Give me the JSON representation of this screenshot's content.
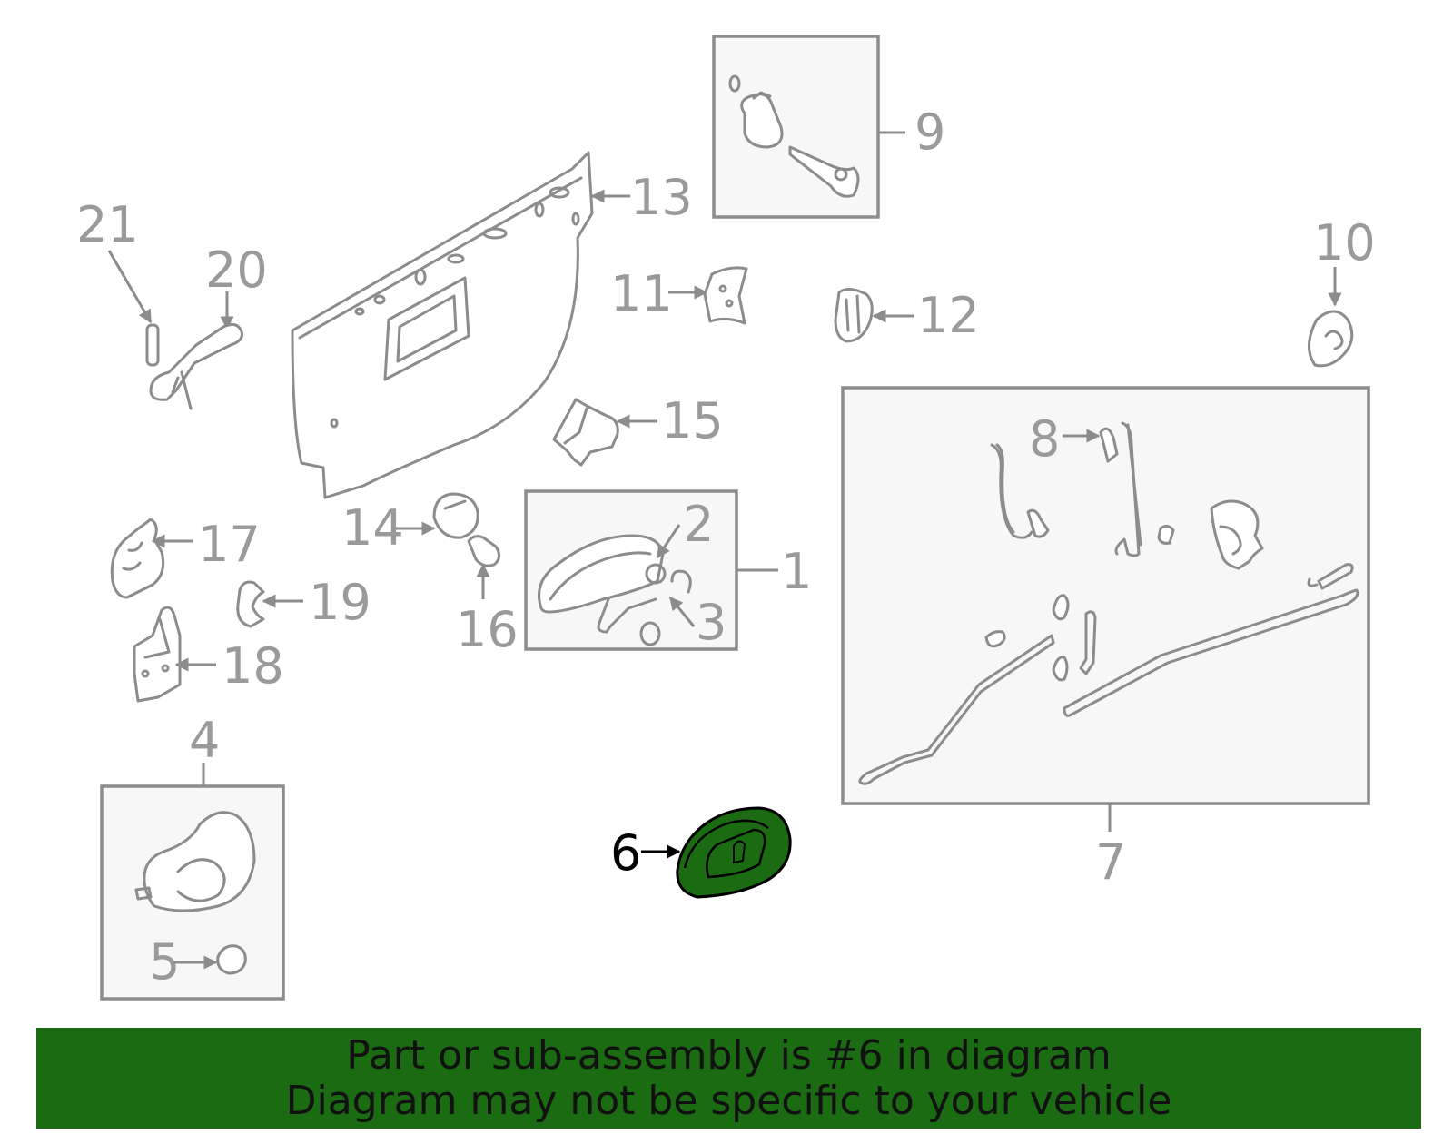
{
  "callouts": {
    "c1": "1",
    "c2": "2",
    "c3": "3",
    "c4": "4",
    "c5": "5",
    "c6": "6",
    "c7": "7",
    "c8": "8",
    "c9": "9",
    "c10": "10",
    "c11": "11",
    "c12": "12",
    "c13": "13",
    "c14": "14",
    "c15": "15",
    "c16": "16",
    "c17": "17",
    "c18": "18",
    "c19": "19",
    "c20": "20",
    "c21": "21"
  },
  "highlighted_part": "6",
  "colors": {
    "highlight_fill": "#1a6b12",
    "banner_background": "#1a6b12",
    "part_stroke": "#8c8c8c",
    "box_fill": "#f7f7f7"
  },
  "banner": {
    "line1": "Part or sub-assembly is #6 in diagram",
    "line2": "Diagram may not be specific to your vehicle"
  }
}
